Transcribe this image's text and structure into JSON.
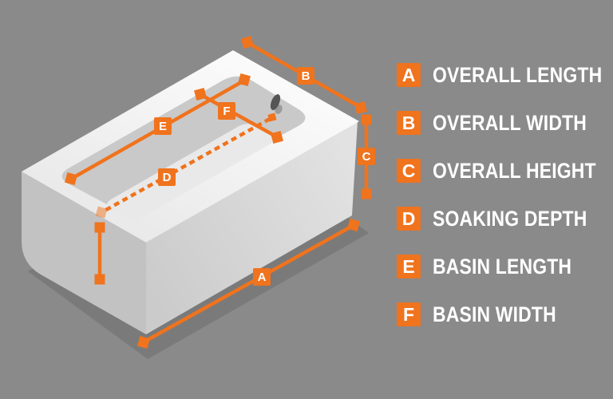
{
  "colors": {
    "accent_orange": "#F0731D",
    "background": "#8A8A8A",
    "shadow": "#7A7A7A",
    "text_white": "#FFFFFF"
  },
  "diagram": {
    "description": "Isometric bathtub with dimension arrows",
    "labels": {
      "a": "A",
      "b": "B",
      "c": "C",
      "d": "D",
      "e": "E",
      "f": "F"
    }
  },
  "legend": {
    "items": [
      {
        "letter": "A",
        "label": "OVERALL LENGTH"
      },
      {
        "letter": "B",
        "label": "OVERALL WIDTH"
      },
      {
        "letter": "C",
        "label": "OVERALL HEIGHT"
      },
      {
        "letter": "D",
        "label": "SOAKING DEPTH"
      },
      {
        "letter": "E",
        "label": "BASIN LENGTH"
      },
      {
        "letter": "F",
        "label": "BASIN WIDTH"
      }
    ]
  }
}
